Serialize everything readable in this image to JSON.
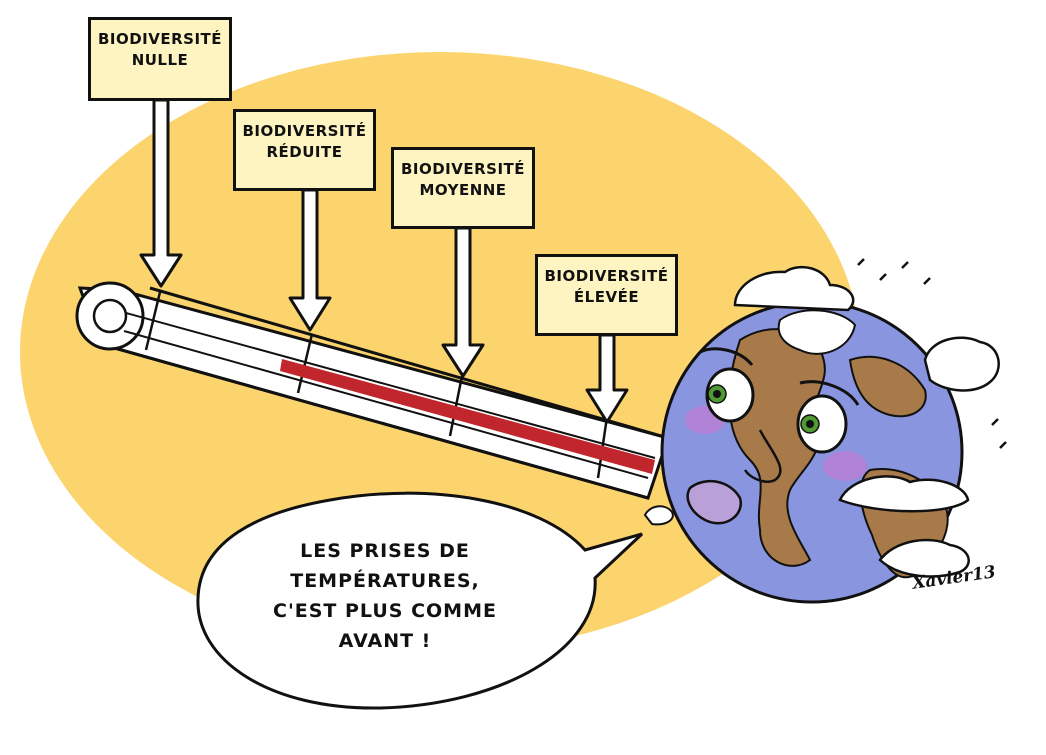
{
  "labels": [
    {
      "line1": "BIODIVERSITÉ",
      "line2": "NULLE"
    },
    {
      "line1": "BIODIVERSITÉ",
      "line2": "RÉDUITE"
    },
    {
      "line1": "BIODIVERSITÉ",
      "line2": "MOYENNE"
    },
    {
      "line1": "BIODIVERSITÉ",
      "line2": "ÉLEVÉE"
    }
  ],
  "speech": {
    "line1": "LES PRISES DE",
    "line2": "TEMPÉRATURES,",
    "line3": "C'EST PLUS COMME",
    "line4": "AVANT !"
  },
  "signature": "Xavier13",
  "colors": {
    "sun_yellow": "#fbd46e",
    "label_fill": "#fdf4c2",
    "mercury": "#c0262c",
    "planet_blue": "#8a95e0",
    "land_brown": "#a87a4a",
    "eye_green": "#4f9a32"
  }
}
